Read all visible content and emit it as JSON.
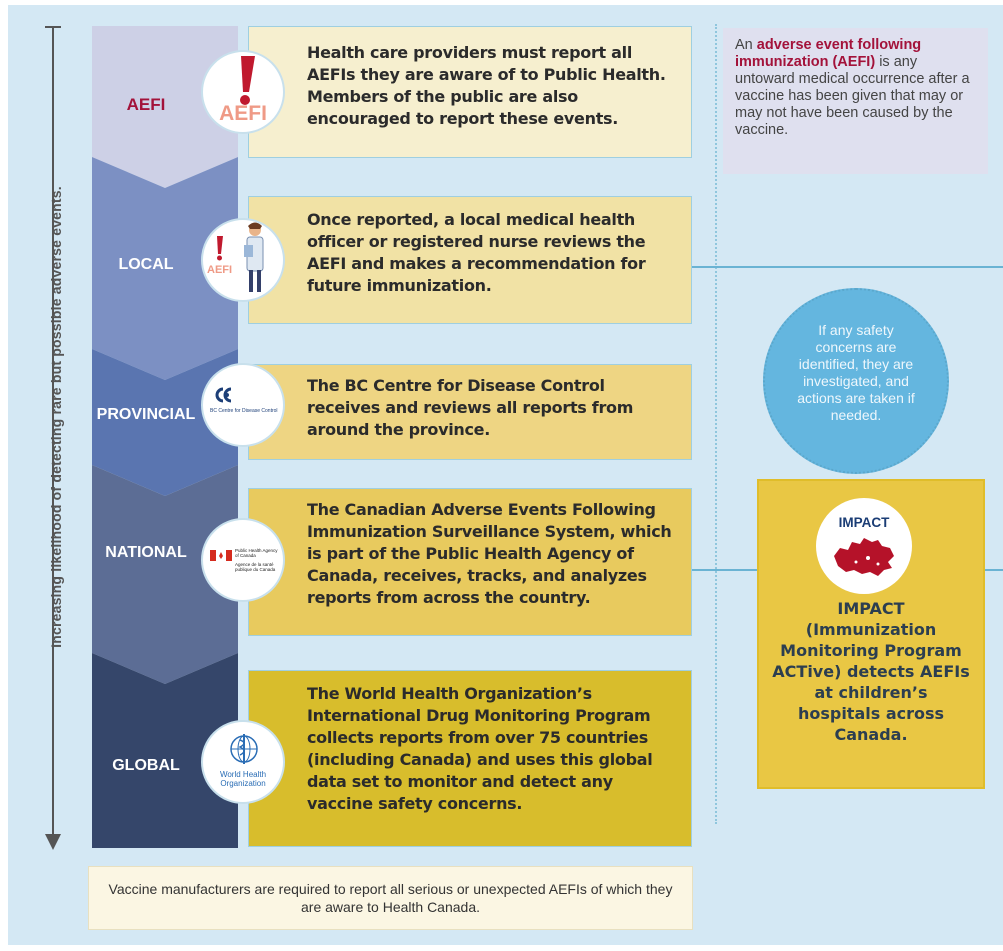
{
  "axis": {
    "label": "Increasing likelihood of detecting rare but possible adverse events."
  },
  "levels": [
    {
      "label": "AEFI",
      "icon_text": "AEFI",
      "description": "Health care providers must report all AEFIs they are aware of to Public Health. Members of the public are also encouraged to report these events.",
      "color": "#cdd0e6",
      "box_color": "#f6efcf"
    },
    {
      "label": "LOCAL",
      "icon_text": "AEFI",
      "description": "Once reported, a local medical health officer or registered nurse reviews the AEFI and makes a recommendation for future immunization.",
      "color": "#7c90c3",
      "box_color": "#f1e2a5"
    },
    {
      "label": "PROVINCIAL",
      "icon_text": "BC Centre for Disease Control",
      "description": "The BC Centre for Disease Control receives and reviews all reports from around the province.",
      "color": "#5a75b0",
      "box_color": "#eed583"
    },
    {
      "label": "NATIONAL",
      "icon_text": "Public Health Agency of Canada",
      "icon_text_fr": "Agence de la santé publique du Canada",
      "description": "The Canadian Adverse Events Following Immunization Surveillance System, which is part of the Public Health Agency of Canada, receives, tracks, and analyzes reports from across the country.",
      "color": "#5c6d95",
      "box_color": "#e8ca5e"
    },
    {
      "label": "GLOBAL",
      "icon_text": "World Health Organization",
      "description": "The World Health Organization’s International Drug Monitoring Program collects reports from over 75 countries (including Canada) and uses this global data set to monitor and detect any vaccine safety concerns.",
      "color": "#35466a",
      "box_color": "#d8bd2c"
    }
  ],
  "definition": {
    "prefix": "An",
    "term": "adverse event following immunization (AEFI)",
    "rest": "is any untoward medical occurrence after a vaccine has been given that may or may not have been caused by the vaccine."
  },
  "safety_note": "If any safety concerns are identified, they are investigated, and actions are taken if needed.",
  "impact": {
    "badge": "IMPACT",
    "text": "IMPACT (Immunization Monitoring Program ACTive) detects AEFIs at children’s hospitals across Canada."
  },
  "footer": "Vaccine manufacturers are required to report all serious or unexpected AEFIs of which they are aware to Health Canada.",
  "colors": {
    "background": "#d4e8f4",
    "accent_red": "#a3123a",
    "circle_blue": "#64b6df",
    "impact_yellow": "#e9c744"
  }
}
